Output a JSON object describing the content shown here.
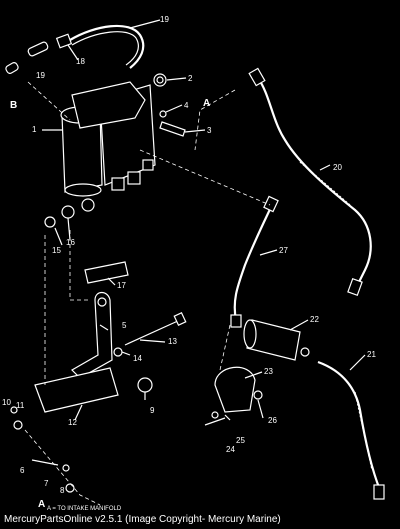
{
  "caption": "MercuryPartsOnline v2.5.1 (Image Copyright- Mercury Marine)",
  "note": "A = TO INTAKE MANIFOLD",
  "callouts": {
    "c1": "1",
    "c2": "2",
    "c3": "3",
    "c4": "4",
    "c5": "5",
    "c6": "6",
    "c7": "7",
    "c8": "8",
    "c9": "9",
    "c10": "10",
    "c11": "11",
    "c12": "12",
    "c13": "13",
    "c14": "14",
    "c15": "15",
    "c16": "16",
    "c17": "17",
    "c18": "18",
    "c19a": "19",
    "c19b": "19",
    "c20": "20",
    "c21": "21",
    "c22": "22",
    "c23": "23",
    "c24": "24",
    "c25": "25",
    "c26": "26",
    "c27": "27",
    "cA1": "A",
    "cA2": "A",
    "cB": "B"
  }
}
